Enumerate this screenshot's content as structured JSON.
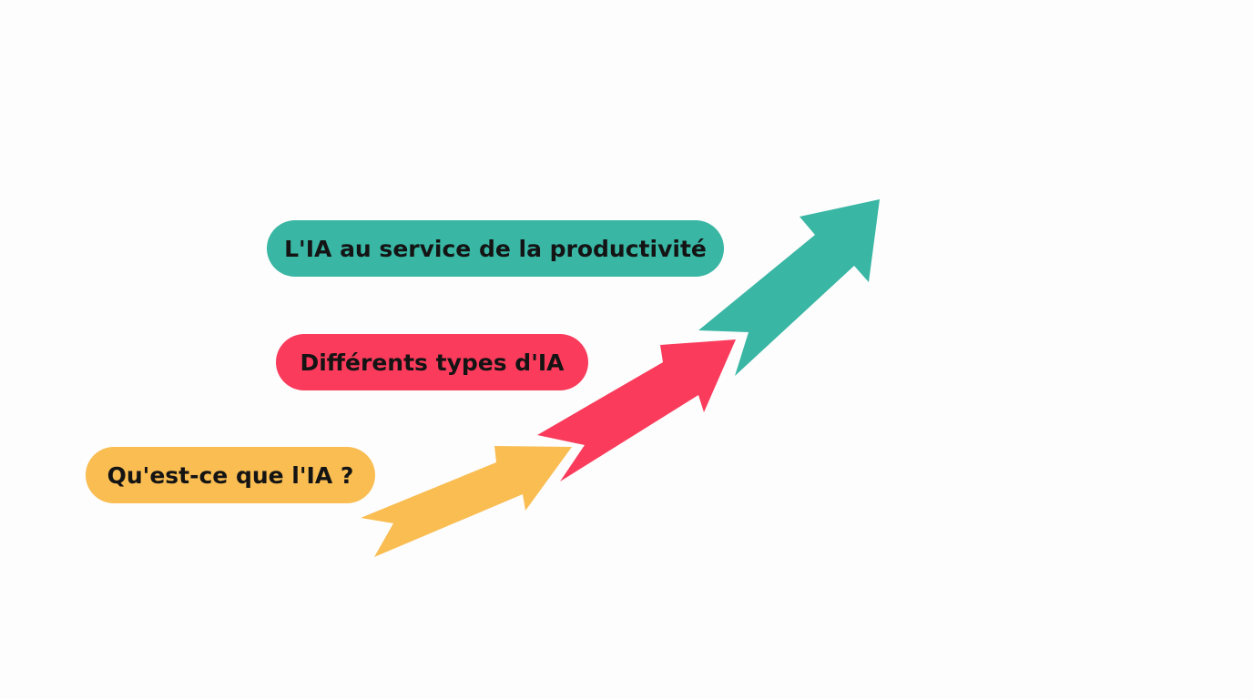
{
  "steps": [
    {
      "label": "Qu'est-ce que l'IA ?",
      "color": "#f9bd52"
    },
    {
      "label": "Différents types d'IA",
      "color": "#fa3b5b"
    },
    {
      "label": "L'IA au service de la productivité",
      "color": "#39b6a4"
    }
  ]
}
